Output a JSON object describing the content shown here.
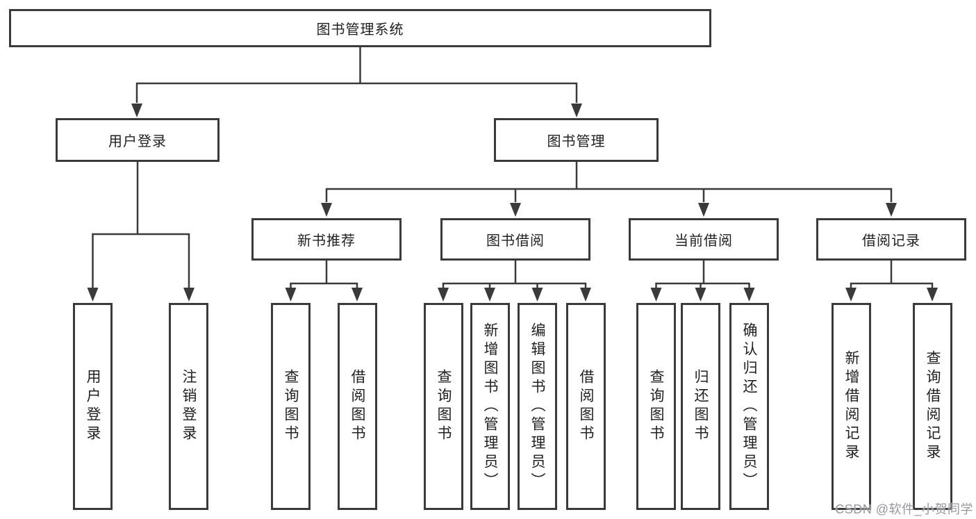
{
  "tree": {
    "label": "图书管理系统",
    "children": [
      {
        "label": "用户登录",
        "children": [
          {
            "label": "用户登录"
          },
          {
            "label": "注销登录"
          }
        ]
      },
      {
        "label": "图书管理",
        "children": [
          {
            "label": "新书推荐",
            "children": [
              {
                "label": "查询图书"
              },
              {
                "label": "借阅图书"
              }
            ]
          },
          {
            "label": "图书借阅",
            "children": [
              {
                "label": "查询图书"
              },
              {
                "label": "新增图书（管理员）"
              },
              {
                "label": "编辑图书（管理员）"
              },
              {
                "label": "借阅图书"
              }
            ]
          },
          {
            "label": "当前借阅",
            "children": [
              {
                "label": "查询图书"
              },
              {
                "label": "归还图书"
              },
              {
                "label": "确认归还（管理员）"
              }
            ]
          },
          {
            "label": "借阅记录",
            "children": [
              {
                "label": "新增借阅记录"
              },
              {
                "label": "查询借阅记录"
              }
            ]
          }
        ]
      }
    ]
  },
  "watermark": "CSDN @软件_小贺同学",
  "colors": {
    "line": "#3a3a3a",
    "box_border": "#3a3a3a",
    "text": "#212121",
    "watermark": "#95979c",
    "background": "#ffffff"
  }
}
